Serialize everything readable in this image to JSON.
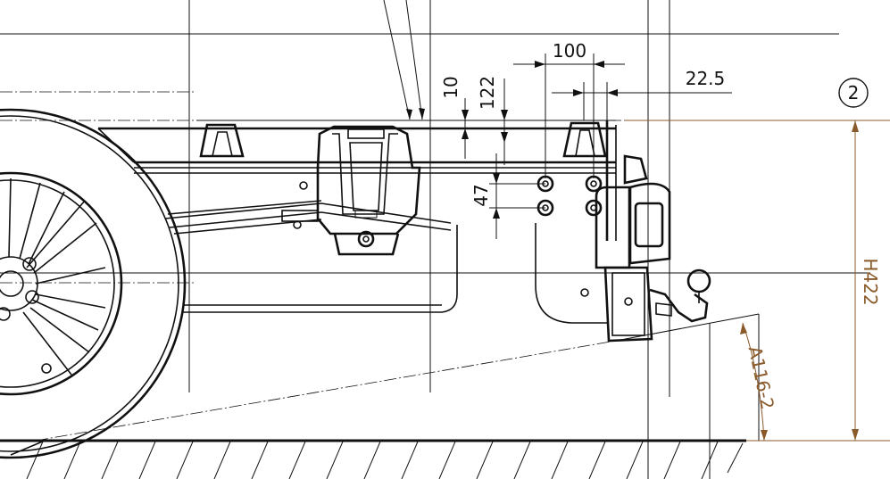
{
  "drawing": {
    "callout": "2",
    "dimensions": {
      "d100": "100",
      "d22_5": "22.5",
      "d10": "10",
      "d122": "122",
      "d47": "47",
      "height": "H422",
      "angle": "A116-2"
    }
  },
  "colors": {
    "line": "#111111",
    "dimension_brown": "#8a5a2b",
    "background": "#ffffff"
  }
}
